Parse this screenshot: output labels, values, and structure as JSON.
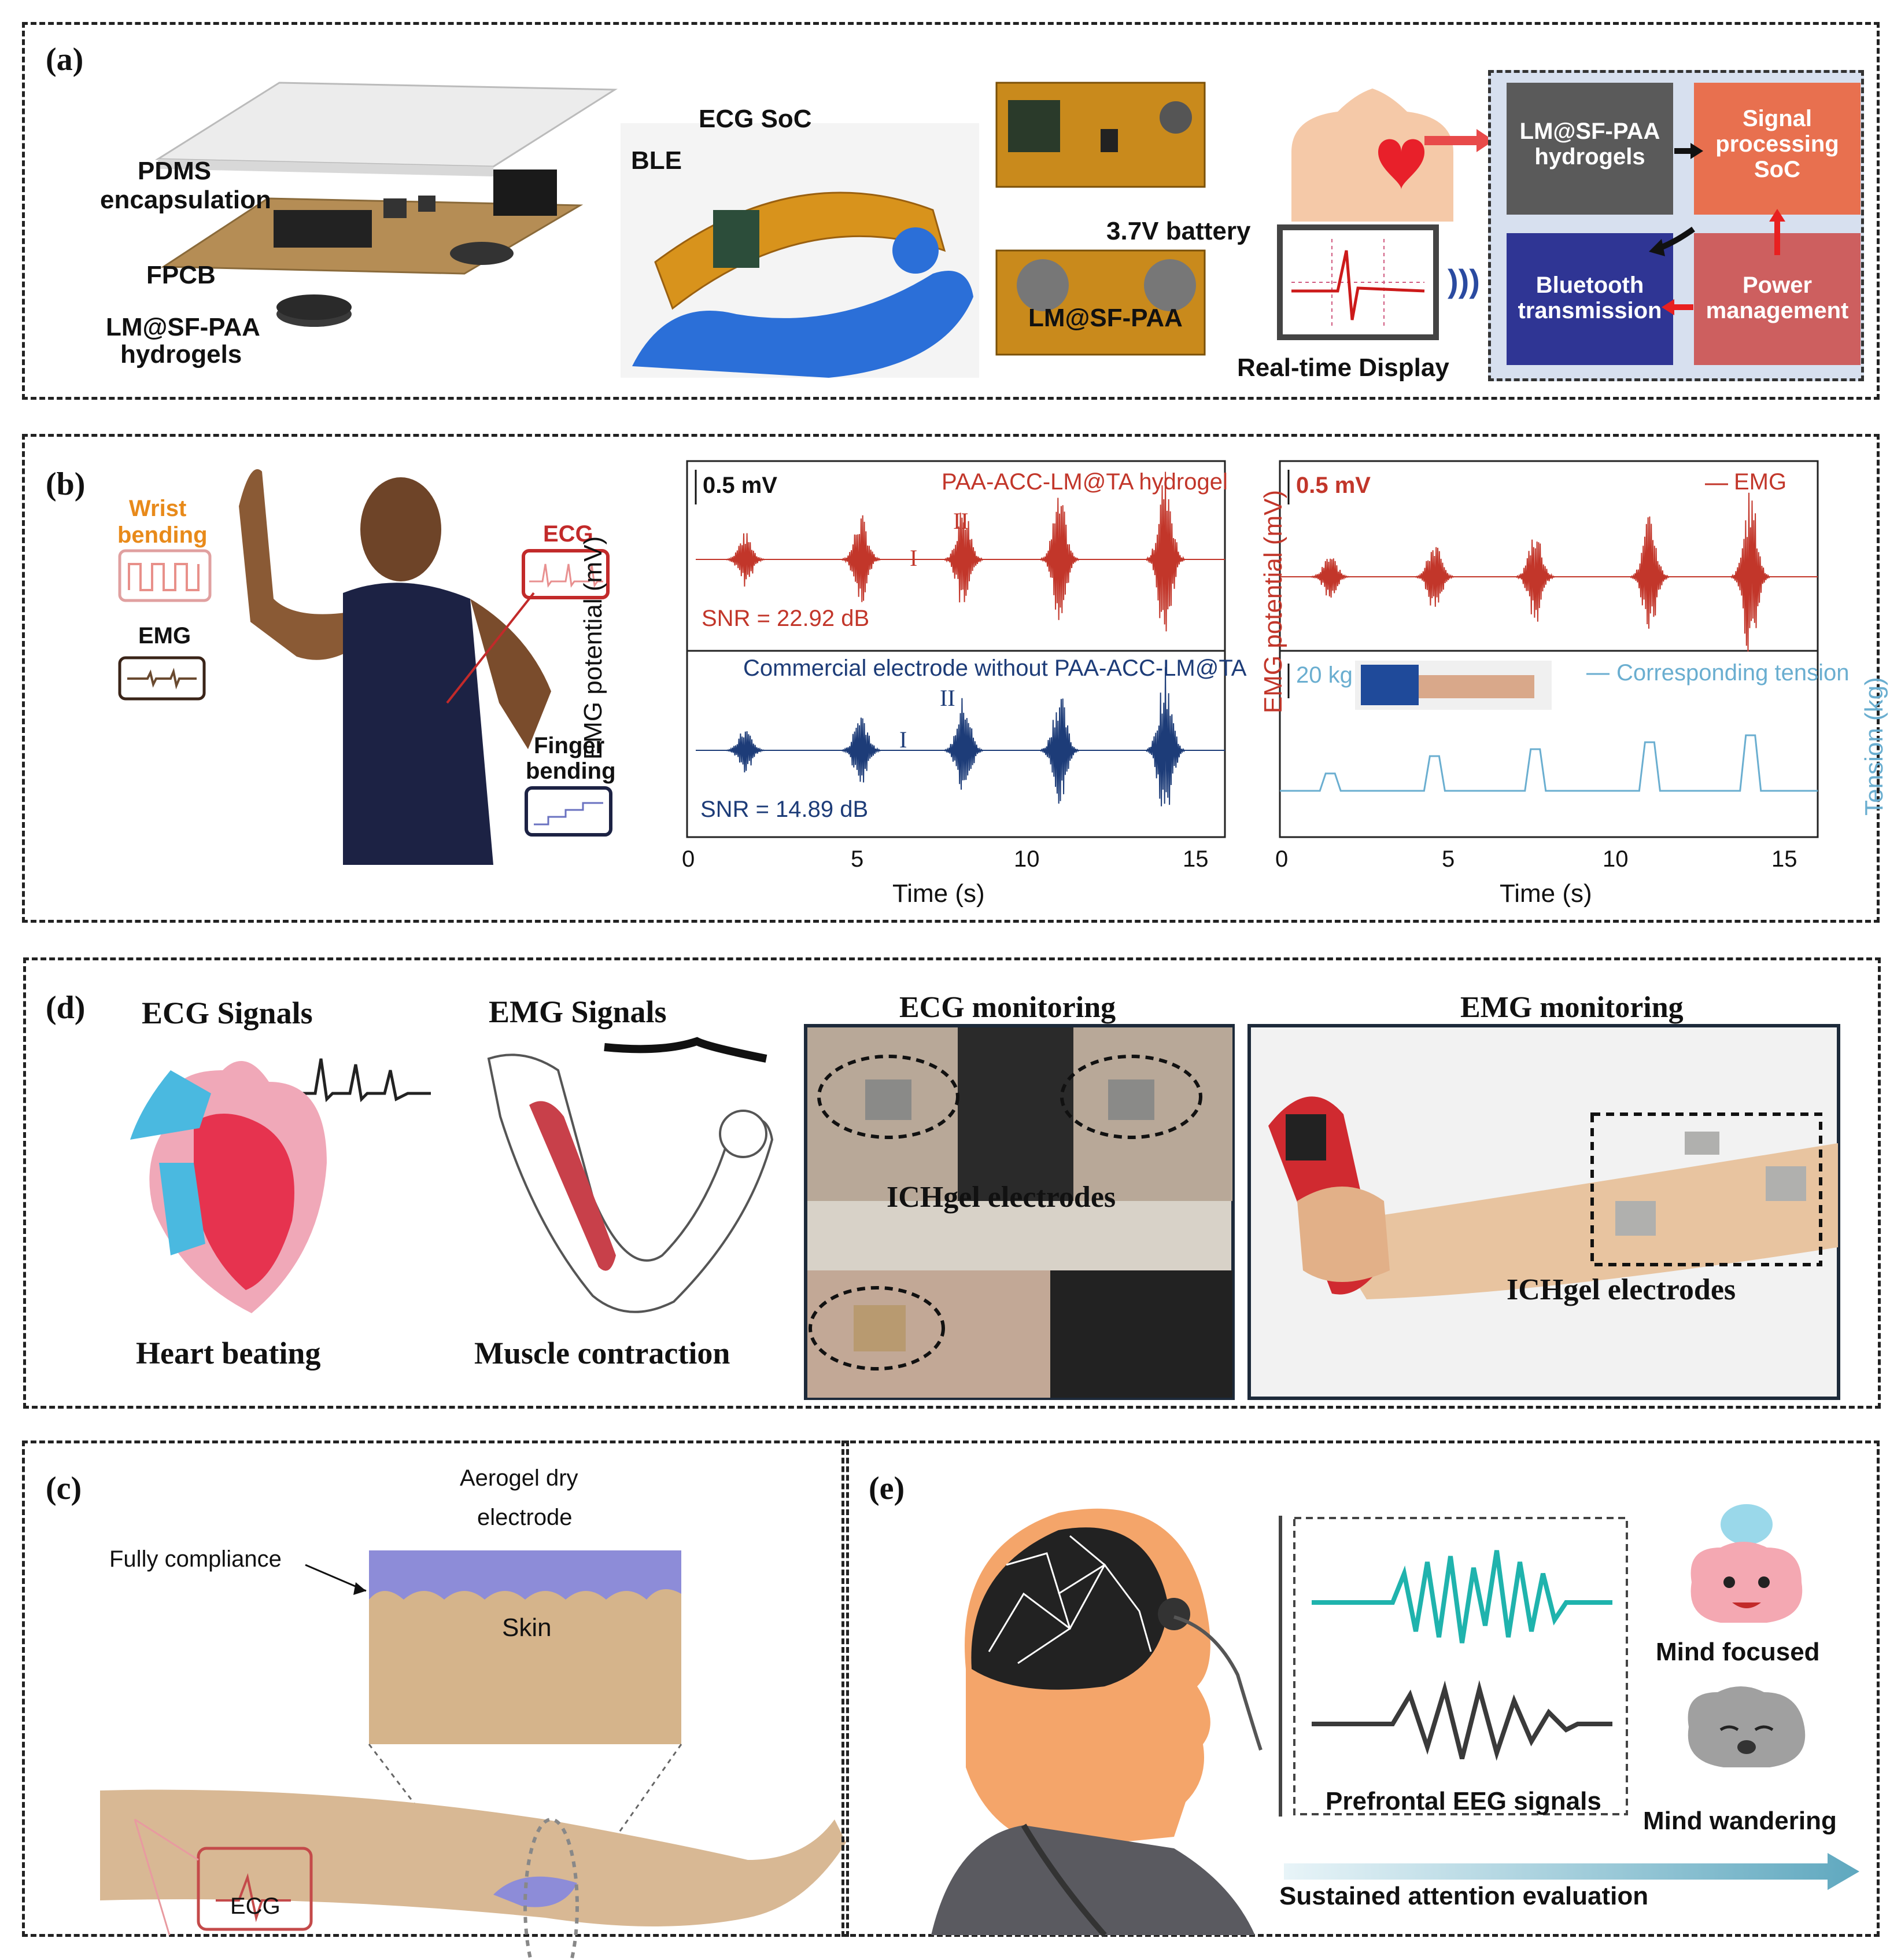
{
  "colors": {
    "hydrogel_box": "#5a5a5a",
    "signal_box": "#e8704f",
    "bluetooth_box": "#2f3594",
    "power_box": "#cd5f5f",
    "emg_red": "#c2362a",
    "commercial_blue": "#1d3c78",
    "tension_cyan": "#6aaed0",
    "eeg_teal": "#1fb3ad",
    "eeg_gray": "#3a3a3a",
    "aerogel": "#8d8cd8",
    "skin": "#d5b48b"
  },
  "panel_a": {
    "label": "(a)",
    "pdms": "PDMS",
    "encapsulation": "encapsulation",
    "fpcb": "FPCB",
    "lm_hydrogel_1": "LM@SF-PAA",
    "lm_hydrogel_2": "hydrogels",
    "ecg_soc": "ECG SoC",
    "ble": "BLE",
    "battery": "3.7V battery",
    "lm_sf_paa": "LM@SF-PAA",
    "realtime": "Real-time Display",
    "block_hydrogel_1": "LM@SF-PAA",
    "block_hydrogel_2": "hydrogels",
    "block_signal_1": "Signal",
    "block_signal_2": "processing",
    "block_signal_3": "SoC",
    "block_bt_1": "Bluetooth",
    "block_bt_2": "transmission",
    "block_power_1": "Power",
    "block_power_2": "management"
  },
  "panel_b": {
    "label": "(b)",
    "wrist_1": "Wrist",
    "wrist_2": "bending",
    "emg": "EMG",
    "ecg": "ECG",
    "finger_1": "Finger",
    "finger_2": "bending",
    "plot1_scale": "0.5 mV",
    "plot1_top_title": "PAA-ACC-LM@TA hydrogel",
    "plot1_snr_top": "SNR = 22.92 dB",
    "plot1_bottom_title": "Commercial electrode without PAA-ACC-LM@TA",
    "plot1_snr_bottom": "SNR = 14.89 dB",
    "mark_I": "I",
    "mark_II": "II",
    "plot1_ylabel": "EMG potential (mV)",
    "plot1_xlabel": "Time (s)",
    "plot2_scale": "0.5 mV",
    "plot2_legend_emg": "EMG",
    "plot2_scale_kg": "20 kg",
    "plot2_legend_tension": "Corresponding tension",
    "plot2_ylabel_left": "EMG potential (mV)",
    "plot2_ylabel_right": "Tension (kg)",
    "plot2_xlabel": "Time (s)",
    "xticks": [
      "0",
      "5",
      "10",
      "15"
    ]
  },
  "chart_data": [
    {
      "type": "line",
      "xlabel": "Time (s)",
      "ylabel": "EMG potential (mV)",
      "xlim": [
        0,
        16
      ],
      "series": [
        {
          "name": "PAA-ACC-LM@TA hydrogel",
          "burst_times_s": [
            1.5,
            5.0,
            8.1,
            11.0,
            14.2
          ],
          "burst_amplitude_mV": [
            0.12,
            0.2,
            0.25,
            0.28,
            0.4
          ],
          "snr": "SNR = 22.92 dB"
        },
        {
          "name": "Commercial electrode without PAA-ACC-LM@TA",
          "burst_times_s": [
            1.5,
            5.0,
            8.1,
            11.0,
            14.2
          ],
          "burst_amplitude_mV": [
            0.1,
            0.18,
            0.24,
            0.26,
            0.36
          ],
          "snr": "SNR = 14.89 dB"
        }
      ]
    },
    {
      "type": "line",
      "xlabel": "Time (s)",
      "ylabel": "EMG potential (mV)",
      "ylabel_right": "Tension (kg)",
      "xlim": [
        0,
        16
      ],
      "series": [
        {
          "name": "EMG",
          "burst_times_s": [
            1.5,
            4.6,
            7.6,
            11.0,
            14.0
          ],
          "burst_amplitude_mV": [
            0.1,
            0.16,
            0.22,
            0.27,
            0.38
          ]
        },
        {
          "name": "Corresponding tension",
          "peak_times_s": [
            1.5,
            4.6,
            7.6,
            11.0,
            14.0
          ],
          "peak_kg": [
            5,
            10,
            12,
            14,
            16
          ]
        }
      ]
    }
  ],
  "panel_d": {
    "label": "(d)",
    "ecg_signals": "ECG Signals",
    "emg_signals": "EMG Signals",
    "heart_beating": "Heart beating",
    "muscle_contraction": "Muscle contraction",
    "ecg_monitoring": "ECG monitoring",
    "emg_monitoring": "EMG monitoring",
    "ichgel_1": "ICHgel electrodes",
    "ichgel_2": "ICHgel electrodes"
  },
  "panel_c": {
    "label": "(c)",
    "aerogel_1": "Aerogel dry",
    "aerogel_2": "electrode",
    "fully": "Fully compliance",
    "skin": "Skin",
    "ecg": "ECG"
  },
  "panel_e": {
    "label": "(e)",
    "mind_focused": "Mind focused",
    "mind_wandering": "Mind wandering",
    "prefrontal": "Prefrontal EEG signals",
    "sustained": "Sustained attention evaluation"
  }
}
